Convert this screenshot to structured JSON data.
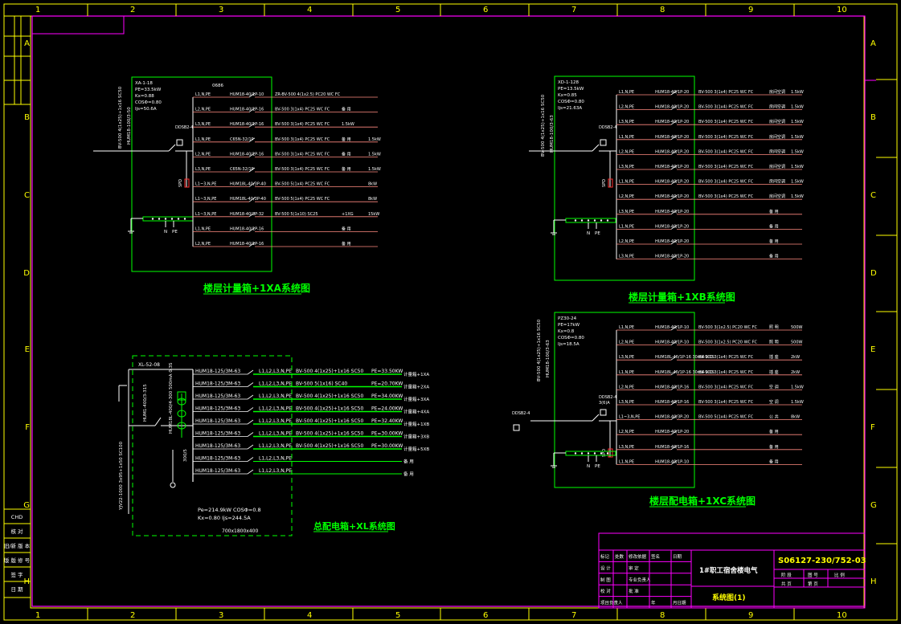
{
  "colors": {
    "frame": "#ffff00",
    "border": "#ff00ff",
    "panel": "#00ff00",
    "wire": "#ffffff",
    "label": "#ff8a80",
    "title": "#00ff00"
  },
  "grid": {
    "cols": [
      "1",
      "2",
      "3",
      "4",
      "5",
      "6",
      "7",
      "8",
      "9",
      "10"
    ],
    "rows": [
      "A",
      "B",
      "C",
      "D",
      "E",
      "F",
      "G",
      "H"
    ]
  },
  "left_strip": {
    "top": [
      "",
      "",
      "",
      ""
    ],
    "bottom": [
      "CHD",
      "核 对",
      "旧/新 版 本",
      "版 版 修 号",
      "签 字",
      "日 期"
    ]
  },
  "xa": {
    "title": "楼层计量箱+1XA系统图",
    "head": [
      "XA-1-18",
      "PE=33.5kW",
      "Kx=0.88",
      "COSΦ=0.80",
      "Ijs=50.6A"
    ],
    "box_no": "0686",
    "incoming": "BV-500 4(1x25)+1x16 SC50",
    "main_breaker": "HUM18-100/3-50",
    "spd": "SPD",
    "meter": "DDSB2-4",
    "rows": [
      {
        "ph": "L1,N,PE",
        "br": "HUM18-40/1P-10",
        "cb": "ZR-BV-500 4(1x2.5) PC20 WC FC",
        "use": "",
        "kw": ""
      },
      {
        "ph": "L2,N,PE",
        "br": "HUM18-40/1P-16",
        "cb": "BV-500 3(1x4) PC25 WC FC",
        "use": "备 用",
        "kw": ""
      },
      {
        "ph": "L3,N,PE",
        "br": "HUM18-40/1P-16",
        "cb": "BV-500 3(1x4) PC25 WC FC",
        "use": "1.5kW",
        "kw": ""
      },
      {
        "ph": "L1,N,PE",
        "br": "C65N-32/1P",
        "cb": "BV-500 3(1x4) PC25 WC FC",
        "use": "备 用",
        "kw": "1.5kW"
      },
      {
        "ph": "L2,N,PE",
        "br": "HUM18-40/1P-16",
        "cb": "BV-500 3(1x4) PC25 WC FC",
        "use": "备 用",
        "kw": "1.5kW"
      },
      {
        "ph": "L3,N,PE",
        "br": "C65N-32/1P",
        "cb": "BV-500 3(1x4) PC25 WC FC",
        "use": "备 用",
        "kw": "1.5kW"
      },
      {
        "ph": "L1~3,N,PE",
        "br": "HUM18L-40/3P-40",
        "cb": "BV-500 5(1x4) PC25 WC FC",
        "use": "",
        "kw": "8kW"
      },
      {
        "ph": "L1~3,N,PE",
        "br": "HUM18L-40/3P-40",
        "cb": "BV-500 5(1x4) PC25 WC FC",
        "use": "",
        "kw": "8kW"
      },
      {
        "ph": "L1~3,N,PE",
        "br": "HUM18-40/3P-32",
        "cb": "BV-500 5(1x10) SC25",
        "use": "+1XG",
        "kw": "15kW"
      },
      {
        "ph": "L1,N,PE",
        "br": "HUM18-40/1P-16",
        "cb": "",
        "use": "备 用",
        "kw": ""
      },
      {
        "ph": "L2,N,PE",
        "br": "HUM18-40/1P-16",
        "cb": "",
        "use": "备 用",
        "kw": ""
      }
    ]
  },
  "xb": {
    "title": "楼层计量箱+1XB系统图",
    "head": [
      "XD-1-128",
      "PE=13.5kW",
      "Kx=0.85",
      "COSΦ=0.80",
      "Ijs=21.63A"
    ],
    "incoming": "BV-500 4(1x25)+1x16 SC50",
    "main_breaker": "HUM18-100/3-63",
    "meter": "DDSB2-4",
    "spd": "SPD",
    "rows": [
      {
        "ph": "L1,N,PE",
        "br": "HUM18-40/1P-20",
        "cb": "BV-500 3(1x4) PC25 WC FC",
        "use": "房间空调",
        "kw": "1.5kW"
      },
      {
        "ph": "L2,N,PE",
        "br": "HUM18-40/1P-20",
        "cb": "BV-500 3(1x4) PC25 WC FC",
        "use": "房间空调",
        "kw": "1.5kW"
      },
      {
        "ph": "L3,N,PE",
        "br": "HUM18-40/1P-20",
        "cb": "BV-500 3(1x4) PC25 WC FC",
        "use": "房间空调",
        "kw": "1.5kW"
      },
      {
        "ph": "L1,N,PE",
        "br": "HUM18-40/1P-20",
        "cb": "BV-500 3(1x4) PC25 WC FC",
        "use": "房间空调",
        "kw": "1.5kW"
      },
      {
        "ph": "L2,N,PE",
        "br": "HUM18-40/1P-20",
        "cb": "BV-500 3(1x4) PC25 WC FC",
        "use": "房间空调",
        "kw": "1.5kW"
      },
      {
        "ph": "L3,N,PE",
        "br": "HUM18-40/1P-20",
        "cb": "BV-500 3(1x4) PC25 WC FC",
        "use": "房间空调",
        "kw": "1.5kW"
      },
      {
        "ph": "L1,N,PE",
        "br": "HUM18-40/1P-20",
        "cb": "BV-500 3(1x4) PC25 WC FC",
        "use": "房间空调",
        "kw": "1.5kW"
      },
      {
        "ph": "L2,N,PE",
        "br": "HUM18-40/1P-20",
        "cb": "BV-500 3(1x4) PC25 WC FC",
        "use": "房间空调",
        "kw": "1.5kW"
      },
      {
        "ph": "L3,N,PE",
        "br": "HUM18-40/1P-20",
        "cb": "",
        "use": "备 用",
        "kw": ""
      },
      {
        "ph": "L1,N,PE",
        "br": "HUM18-40/1P-20",
        "cb": "",
        "use": "备 用",
        "kw": ""
      },
      {
        "ph": "L2,N,PE",
        "br": "HUM18-40/1P-20",
        "cb": "",
        "use": "备 用",
        "kw": ""
      },
      {
        "ph": "L3,N,PE",
        "br": "HUM18-40/1P-20",
        "cb": "",
        "use": "备 用",
        "kw": ""
      }
    ]
  },
  "xc": {
    "title": "楼层配电箱+1XC系统图",
    "head": [
      "PZ30-24",
      "PE=17kW",
      "Kx=0.8",
      "COSΦ=0.80",
      "Ijs=18.5A"
    ],
    "incoming": "BV-500 4(1x25)+1x16 SC50",
    "main_breaker": "HUM18-100/3-63",
    "meter": "DDSB2-4",
    "meter2": "3(6)A",
    "spd": "SPD",
    "rows": [
      {
        "ph": "L1,N,PE",
        "br": "HUM18-40/1P-10",
        "cb": "BV-500 3(1x2.5) PC20 WC FC",
        "use": "照 明",
        "kw": "500W"
      },
      {
        "ph": "L2,N,PE",
        "br": "HUM18-40/1P-10",
        "cb": "BV-500 3(1x2.5) PC20 WC FC",
        "use": "照 明",
        "kw": "500W"
      },
      {
        "ph": "L3,N,PE",
        "br": "HUM18L-40/1P-16 30mA 0.1S",
        "cb": "BV-500 3(1x4) PC25 WC FC",
        "use": "插 座",
        "kw": "2kW"
      },
      {
        "ph": "L1,N,PE",
        "br": "HUM18L-40/1P-16 30mA 0.1S",
        "cb": "BV-500 3(1x4) PC25 WC FC",
        "use": "插 座",
        "kw": "2kW"
      },
      {
        "ph": "L2,N,PE",
        "br": "HUM18-40/1P-16",
        "cb": "BV-500 3(1x4) PC25 WC FC",
        "use": "空 调",
        "kw": "1.5kW"
      },
      {
        "ph": "L3,N,PE",
        "br": "HUM18-40/1P-16",
        "cb": "BV-500 3(1x4) PC25 WC FC",
        "use": "空 调",
        "kw": "1.5kW"
      },
      {
        "ph": "L1~3,N,PE",
        "br": "HUM18-40/3P-20",
        "cb": "BV-500 5(1x4) PC25 WC FC",
        "use": "公 共",
        "kw": "8kW"
      },
      {
        "ph": "L2,N,PE",
        "br": "HUM18-40/1P-20",
        "cb": "",
        "use": "备 用",
        "kw": ""
      },
      {
        "ph": "L3,N,PE",
        "br": "HUM18-40/1P-16",
        "cb": "",
        "use": "备 用",
        "kw": ""
      },
      {
        "ph": "L1,N,PE",
        "br": "HUM18-40/1P-10",
        "cb": "",
        "use": "备 用",
        "kw": ""
      }
    ]
  },
  "xl": {
    "title": "总配电箱+XL系统图",
    "head": "XL-52-08",
    "incoming": "YJV22-1000 3x95+1x50 SC100",
    "main_breaker": "HUM1-400/3-315",
    "switch": "HUM18L-400/4-300 500mA 0.3S",
    "ct": "300/5",
    "summary": [
      "Pe=214.9kW COSΦ=0.8",
      "Kx=0.80 Ijs=244.5A"
    ],
    "size": "700x1800x400",
    "rows": [
      {
        "br": "HUM18-125/3M-63",
        "ph": "L1,L2,L3,N,PE",
        "cb": "BV-500 4(1x25)+1x16 SC50",
        "pe": "PE=33.50KW",
        "to": "计量箱+1XA"
      },
      {
        "br": "HUM18-125/3M-63",
        "ph": "L1,L2,L3,N,PE",
        "cb": "BV-500 5(1x16) SC40",
        "pe": "PE=20.70KW",
        "to": "计量箱+2XA"
      },
      {
        "br": "HUM18-125/3M-63",
        "ph": "L1,L2,L3,N,PE",
        "cb": "BV-500 4(1x25)+1x16 SC50",
        "pe": "PE=34.00KW",
        "to": "计量箱+3XA"
      },
      {
        "br": "HUM18-125/3M-63",
        "ph": "L1,L2,L3,N,PE",
        "cb": "BV-500 4(1x25)+1x16 SC50",
        "pe": "PE=24.00KW",
        "to": "计量箱+4XA"
      },
      {
        "br": "HUM18-125/3M-63",
        "ph": "L1,L2,L3,N,PE",
        "cb": "BV-500 4(1x25)+1x16 SC50",
        "pe": "PE=32.40KW",
        "to": "计量箱+1XB"
      },
      {
        "br": "HUM18-125/3M-63",
        "ph": "L1,L2,L3,N,PE",
        "cb": "BV-500 4(1x25)+1x16 SC50",
        "pe": "PE=30.00KW",
        "to": "计量箱+3XB"
      },
      {
        "br": "HUM18-125/3M-63",
        "ph": "L1,L2,L3,N,PE",
        "cb": "BV-500 4(1x25)+1x16 SC50",
        "pe": "PE=30.00KW",
        "to": "计量箱+5XB"
      },
      {
        "br": "HUM18-125/3M-63",
        "ph": "L1,L2,L3,N,PE",
        "cb": "",
        "pe": "",
        "to": "备 用"
      },
      {
        "br": "HUM18-125/3M-63",
        "ph": "L1,L2,L3,N,PE",
        "cb": "",
        "pe": "",
        "to": "备 用"
      }
    ]
  },
  "title_block": {
    "project": "1#职工宿舍楼电气",
    "drawing_no": "S06127-230/752-03",
    "drawing_name": "系统图(1)",
    "roles": [
      [
        "标记",
        "处数",
        "修改依据",
        "签名",
        "日期"
      ],
      [
        "设 计",
        "",
        "审 定",
        "",
        ""
      ],
      [
        "制 图",
        "",
        "专业负责人",
        "",
        ""
      ],
      [
        "校 对",
        "",
        "批 准",
        "",
        ""
      ],
      [
        "项目负责人",
        "",
        "",
        "年",
        "月日期"
      ]
    ],
    "meta": [
      "阶 段",
      "图 号",
      "比 例",
      "共 页",
      "第 页"
    ]
  }
}
